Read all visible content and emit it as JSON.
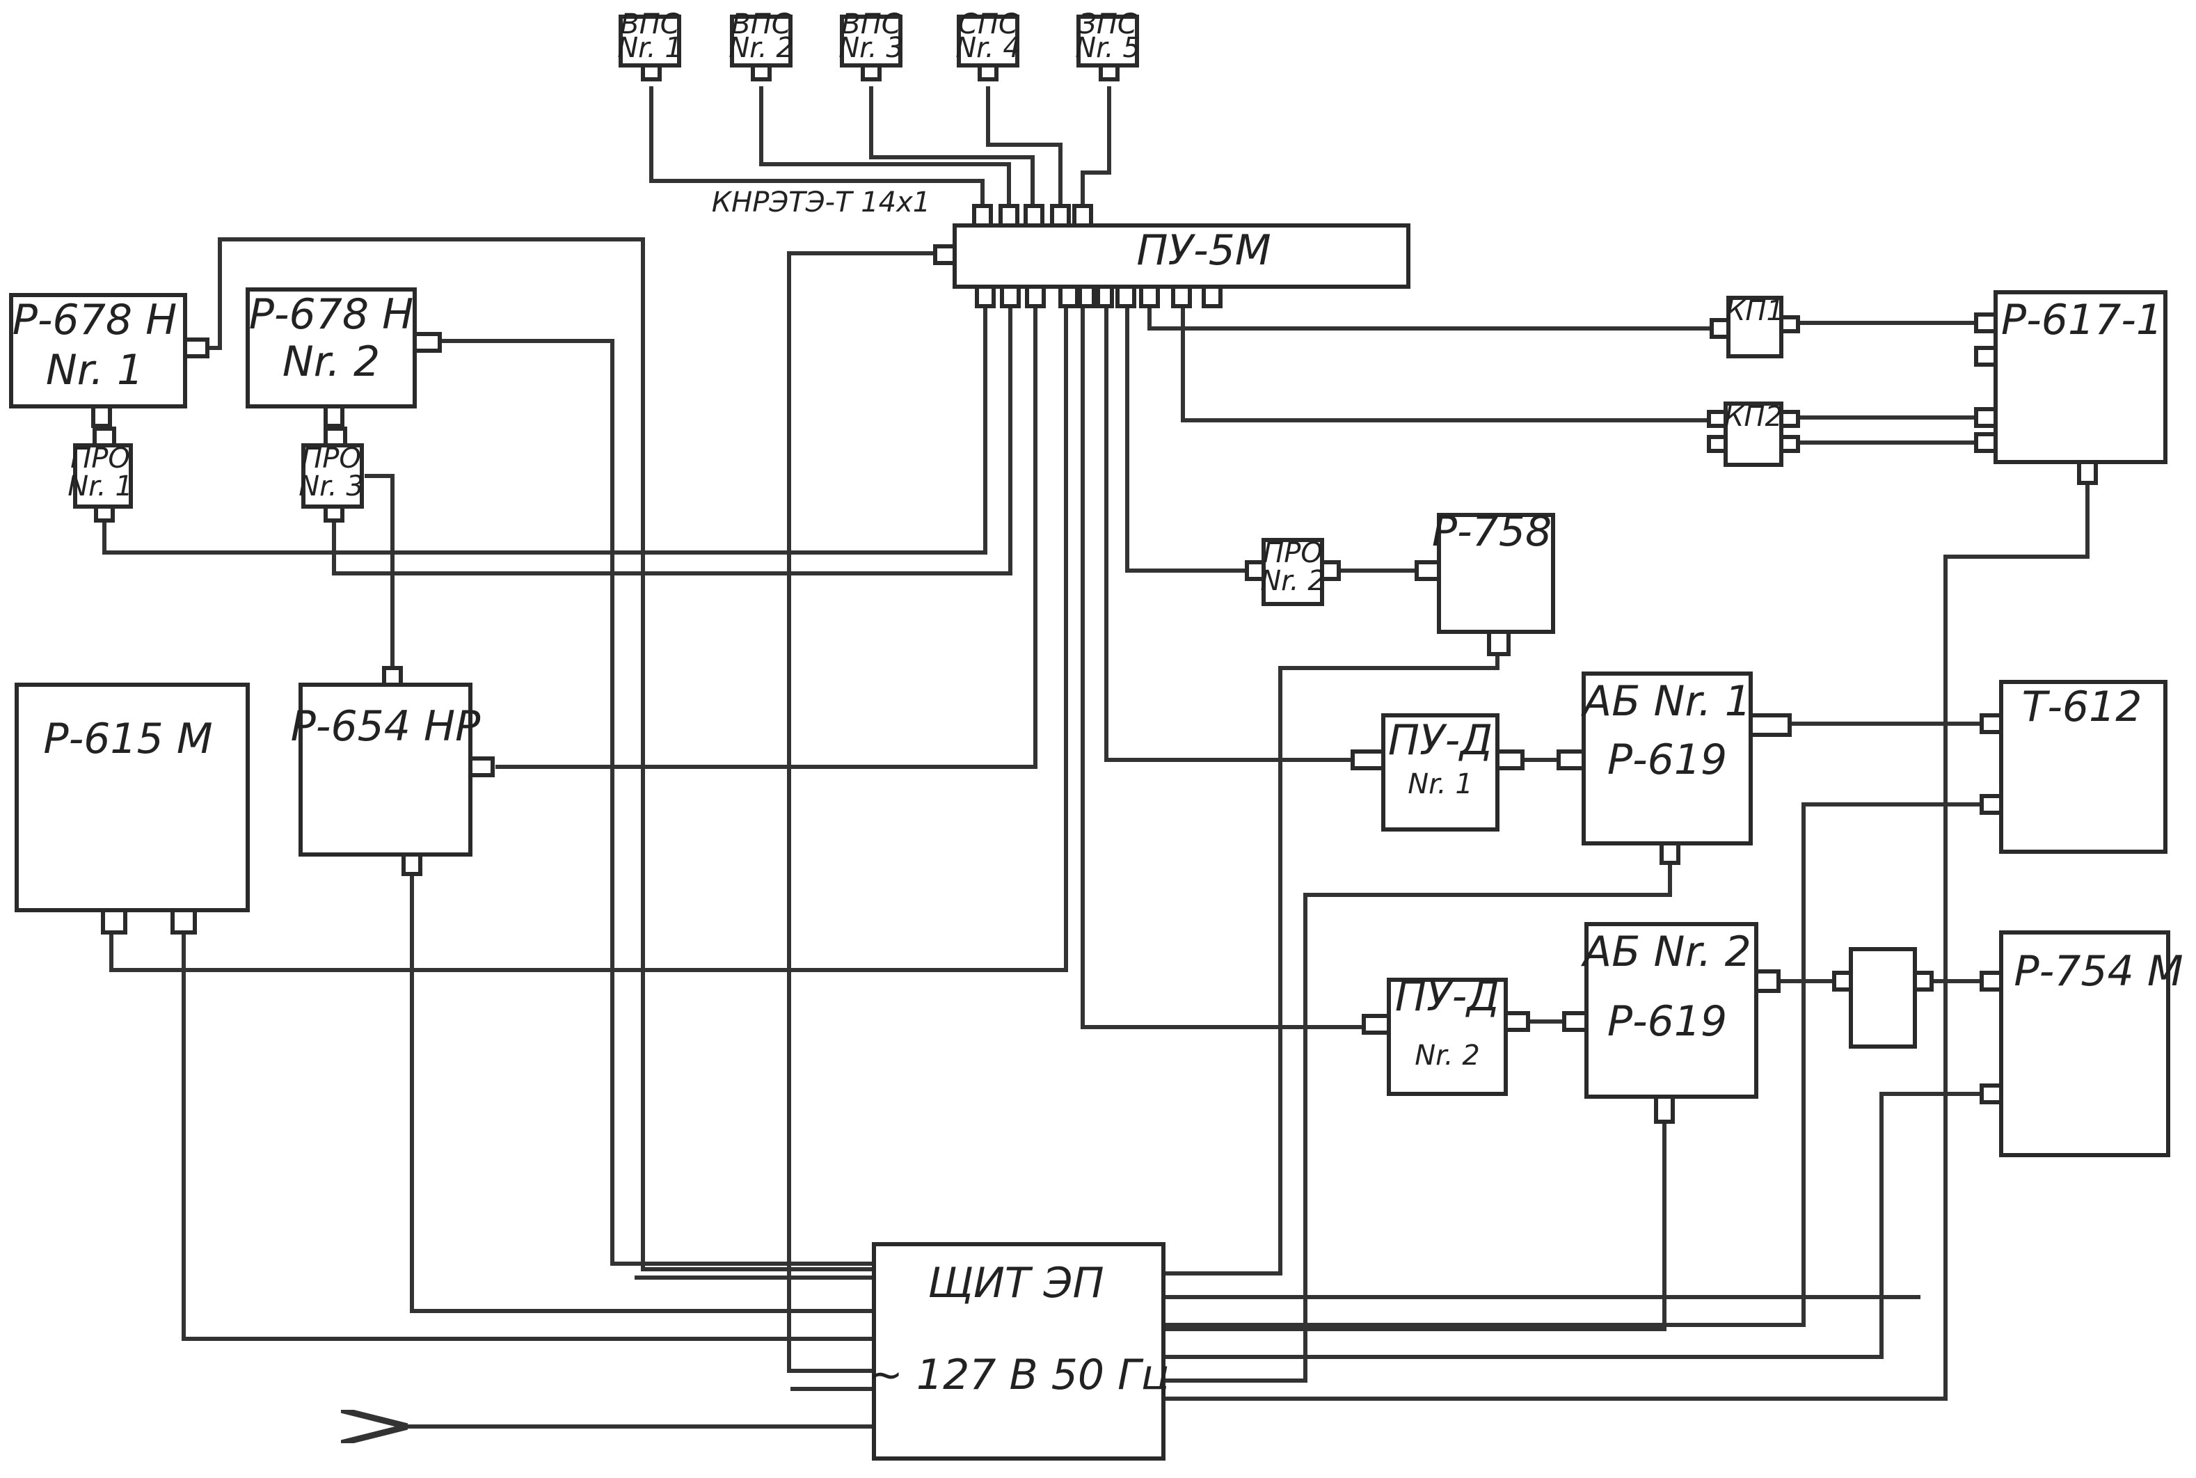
{
  "colors": {
    "ink": "#2a2a2a",
    "paper": "#ffffff"
  },
  "top_panels": [
    {
      "name": "ВПС",
      "nr": "Nr. 1"
    },
    {
      "name": "ВПС",
      "nr": "Nr. 2"
    },
    {
      "name": "ВПС",
      "nr": "Nr. 3"
    },
    {
      "name": "СПС",
      "nr": "Nr. 4"
    },
    {
      "name": "ЗПС",
      "nr": "Nr. 5"
    }
  ],
  "cable_label": "КНРЭТЭ-Т 14x1",
  "pu5m": "ПУ-5М",
  "r678_1": {
    "name": "Р-678 Н",
    "nr": "Nr. 1"
  },
  "r678_2": {
    "name": "Р-678 Н",
    "nr": "Nr. 2"
  },
  "pro1": {
    "name": "ПРО",
    "nr": "Nr. 1"
  },
  "pro3": {
    "name": "ПРО",
    "nr": "Nr. 3"
  },
  "pro2": {
    "name": "ПРО",
    "nr": "Nr. 2"
  },
  "r615m": "Р-615 М",
  "r654np": "Р-654 НР",
  "r758": "Р-758",
  "kp1": "КП1",
  "kp2": "КП2",
  "r6171": "Р-617-1",
  "pud1": {
    "name": "ПУ-Д",
    "nr": "Nr. 1"
  },
  "pud2": {
    "name": "ПУ-Д",
    "nr": "Nr. 2"
  },
  "ab1": {
    "name": "АБ  Nr. 1",
    "model": "Р-619"
  },
  "ab2": {
    "name": "АБ  Nr. 2",
    "model": "Р-619"
  },
  "t612": "Т-612",
  "r754m": "Р-754 М",
  "panel": {
    "name": "ЩИТ ЭП",
    "power": "~ 127 В   50 Гц"
  }
}
